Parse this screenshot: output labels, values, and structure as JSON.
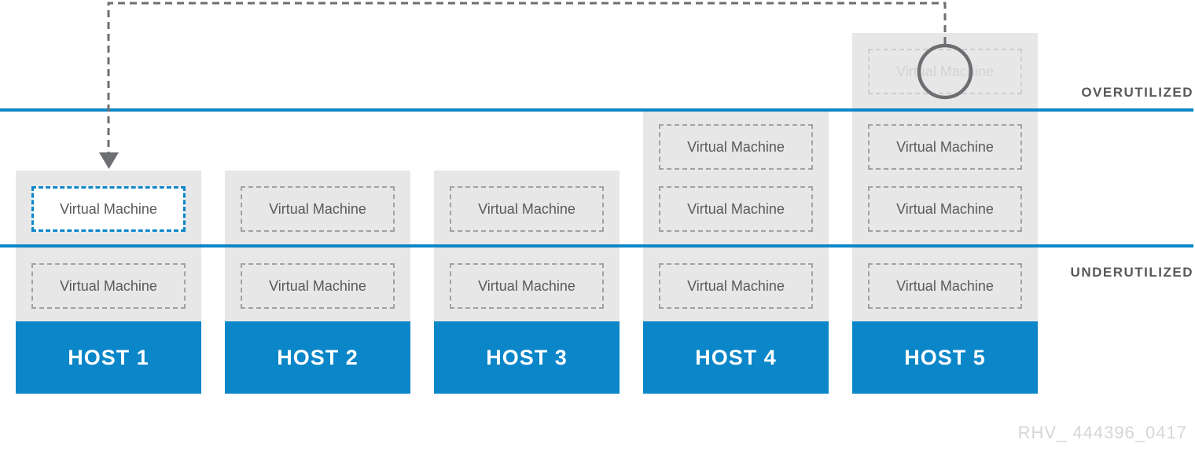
{
  "thresholds": {
    "overutilized_label": "OVERUTILIZED",
    "underutilized_label": "UNDERUTILIZED"
  },
  "hosts": [
    {
      "label": "HOST 1",
      "vms": [
        {
          "label": "Virtual Machine",
          "state": "migration-target-highlighted"
        },
        {
          "label": "Virtual Machine",
          "state": "normal"
        }
      ]
    },
    {
      "label": "HOST 2",
      "vms": [
        {
          "label": "Virtual Machine",
          "state": "normal"
        },
        {
          "label": "Virtual Machine",
          "state": "normal"
        }
      ]
    },
    {
      "label": "HOST 3",
      "vms": [
        {
          "label": "Virtual Machine",
          "state": "normal"
        },
        {
          "label": "Virtual Machine",
          "state": "normal"
        }
      ]
    },
    {
      "label": "HOST 4",
      "vms": [
        {
          "label": "Virtual Machine",
          "state": "normal"
        },
        {
          "label": "Virtual Machine",
          "state": "normal"
        },
        {
          "label": "Virtual Machine",
          "state": "normal"
        }
      ]
    },
    {
      "label": "HOST 5",
      "vms": [
        {
          "label": "Virtual Machine",
          "state": "overutilized-faded-migrating"
        },
        {
          "label": "Virtual Machine",
          "state": "normal"
        },
        {
          "label": "Virtual Machine",
          "state": "normal"
        },
        {
          "label": "Virtual Machine",
          "state": "normal"
        }
      ]
    }
  ],
  "annotations": {
    "selection_circle": "circle-outline around overutilized VM on HOST 5",
    "migration_arrow": "dashed arrow from circled VM on HOST 5 to top slot of HOST 1"
  },
  "watermark": "RHV_ 444396_0417",
  "colors": {
    "accent_blue": "#0b86c8",
    "column_gray": "#e7e7e8",
    "vm_border_gray": "#a0a2a5",
    "text_dark_gray": "#58595b",
    "annotation_gray": "#6d6e71",
    "faded_gray": "#d1d3d4",
    "watermark_gray": "#d5d6d8"
  }
}
